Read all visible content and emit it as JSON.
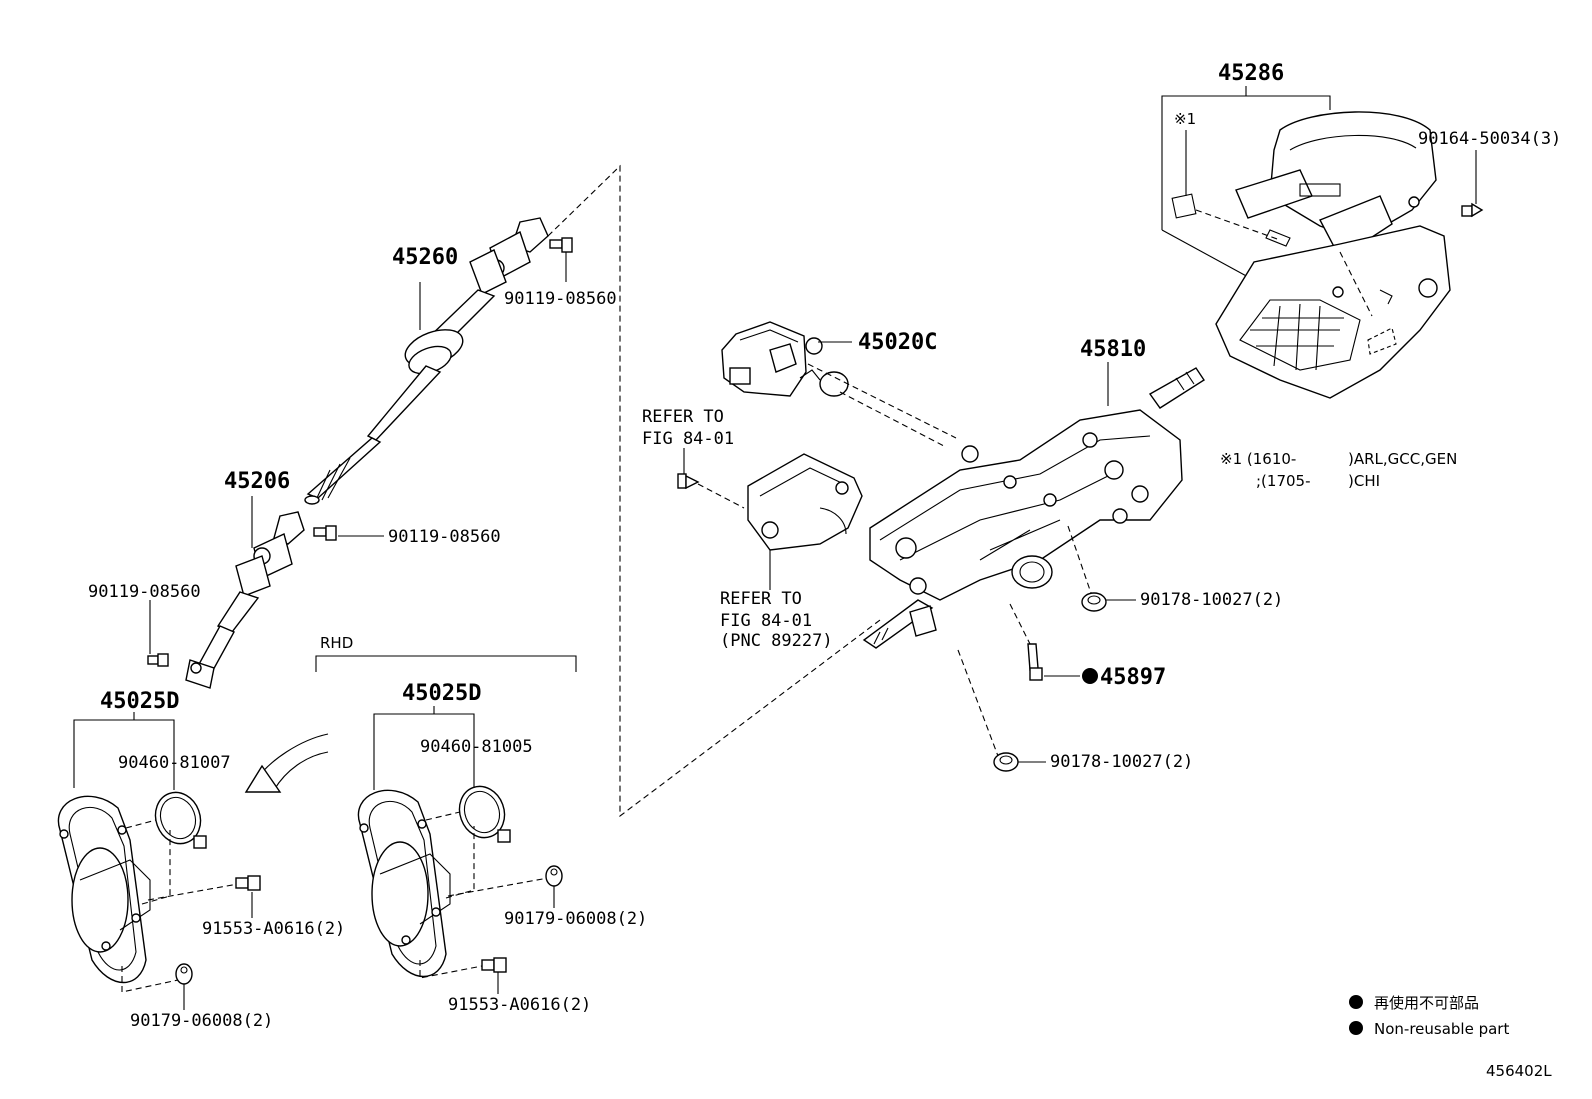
{
  "labels": {
    "p45260": "45260",
    "p45206": "45206",
    "p90119_a": "90119-08560",
    "p90119_b": "90119-08560",
    "p90119_c": "90119-08560",
    "p45025D_left": "45025D",
    "p45025D_right": "45025D",
    "p90460_81007": "90460-81007",
    "p90460_81005": "90460-81005",
    "p91553_left": "91553-A0616(2)",
    "p91553_right": "91553-A0616(2)",
    "p90179_left": "90179-06008(2)",
    "p90179_right": "90179-06008(2)",
    "rhd": "RHD",
    "p45020C": "45020C",
    "refer1_l1": "REFER TO",
    "refer1_l2": "FIG 84-01",
    "refer2_l1": "REFER TO",
    "refer2_l2": "FIG 84-01",
    "refer2_l3": "(PNC 89227)",
    "p45810": "45810",
    "p90178_a": "90178-10027(2)",
    "p90178_b": "90178-10027(2)",
    "p45897": "45897",
    "p45286": "45286",
    "p90164": "90164-50034(3)",
    "note_mark": "※1",
    "note1_l1": "※1 (1610-",
    "note1_l1b": ")ARL,GCC,GEN",
    "note1_l2": ";(1705-",
    "note1_l2b": ")CHI"
  },
  "legend": {
    "jp": "再使用不可部品",
    "en": "Non-reusable part"
  },
  "figure_code": "456402L"
}
